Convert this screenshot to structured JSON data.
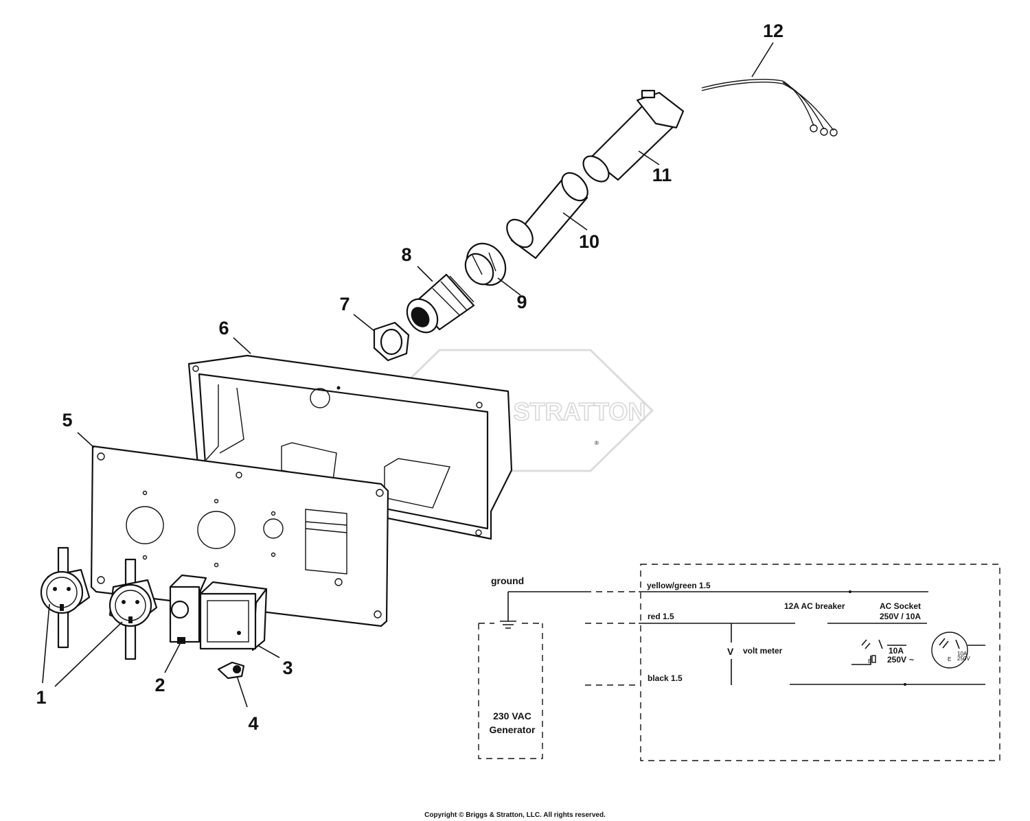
{
  "watermark": {
    "text": "BRIGGS & STRATTON",
    "registered": "®"
  },
  "callouts": [
    "1",
    "1",
    "2",
    "3",
    "4",
    "5",
    "6",
    "7",
    "8",
    "9",
    "10",
    "11",
    "12"
  ],
  "schematic": {
    "ground": "ground",
    "wire_yellow_green": "yellow/green  1.5",
    "wire_red": "red 1.5",
    "wire_black": "black 1.5",
    "breaker": "12A AC breaker",
    "socket_title": "AC Socket",
    "socket_rating": "250V / 10A",
    "volt_meter_symbol": "V",
    "volt_meter": "volt meter",
    "rating_amps": "10A",
    "rating_volts": "250V",
    "rating_ac": "~",
    "earth_mark": "E",
    "earth_mark_2": "E",
    "socket_tiny_1": "10A",
    "socket_tiny_2": "250V",
    "generator_line1": "230 VAC",
    "generator_line2": "Generator"
  },
  "copyright": "Copyright © Briggs & Stratton, LLC. All rights reserved."
}
